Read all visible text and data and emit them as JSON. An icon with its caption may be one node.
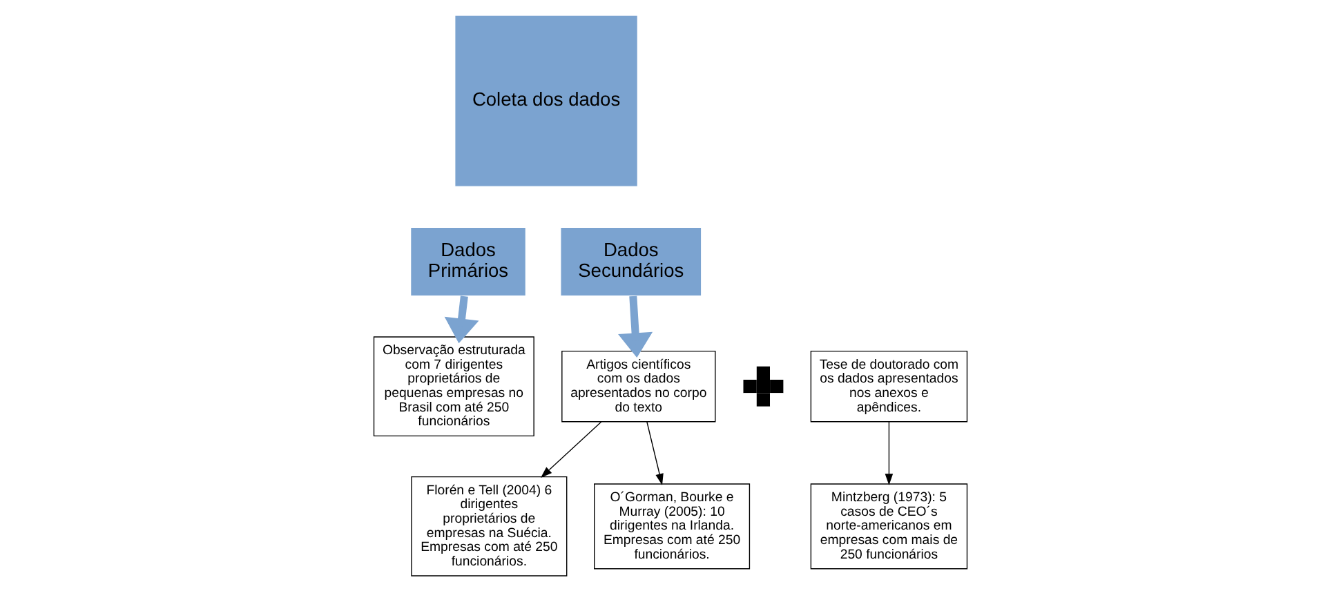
{
  "diagram": {
    "nodes": [
      {
        "text": [
          "Coleta dos dados"
        ]
      },
      {
        "text": [
          "Dados Primários"
        ]
      },
      {
        "text": [
          "Dados Secundários"
        ]
      },
      {
        "text": [
          "Observação estruturada com 7 dirigentes proprietários de pequenas empresas no Brasil com até 250 funcionários"
        ]
      },
      {
        "text": [
          "Artigos científicos com os dados apresentados no corpo do texto"
        ]
      },
      {
        "text": [],
        "shape": "cross"
      },
      {
        "text": [
          "Tese de doutorado com os dados apresentados nos anexos e apêndices."
        ]
      },
      {
        "text": [
          "Florén e Tell (2004) 6 dirigentes proprietários de empresas na Suécia. Empresas com até 250 funcionários."
        ]
      },
      {
        "text": [
          "O´Gorman, Bourke e Murray (2005): 10 dirigentes na Irlanda. Empresas com até 250 funcionários."
        ]
      },
      {
        "text": [
          "Mintzberg (1973): 5 casos de CEO´s norte-americanos em empresas com mais de 250 funcionários"
        ]
      }
    ],
    "edges": [
      {
        "from": 1,
        "to": 3,
        "arrow": "to",
        "style": "thick",
        "color": "#7ba3d0"
      },
      {
        "from": 2,
        "to": 4,
        "arrow": "to",
        "style": "thick",
        "color": "#7ba3d0"
      },
      {
        "from": 4,
        "to": 7,
        "arrow": "to"
      },
      {
        "from": 4,
        "to": 8,
        "arrow": "to"
      },
      {
        "from": 6,
        "to": 9,
        "arrow": "to"
      }
    ]
  }
}
